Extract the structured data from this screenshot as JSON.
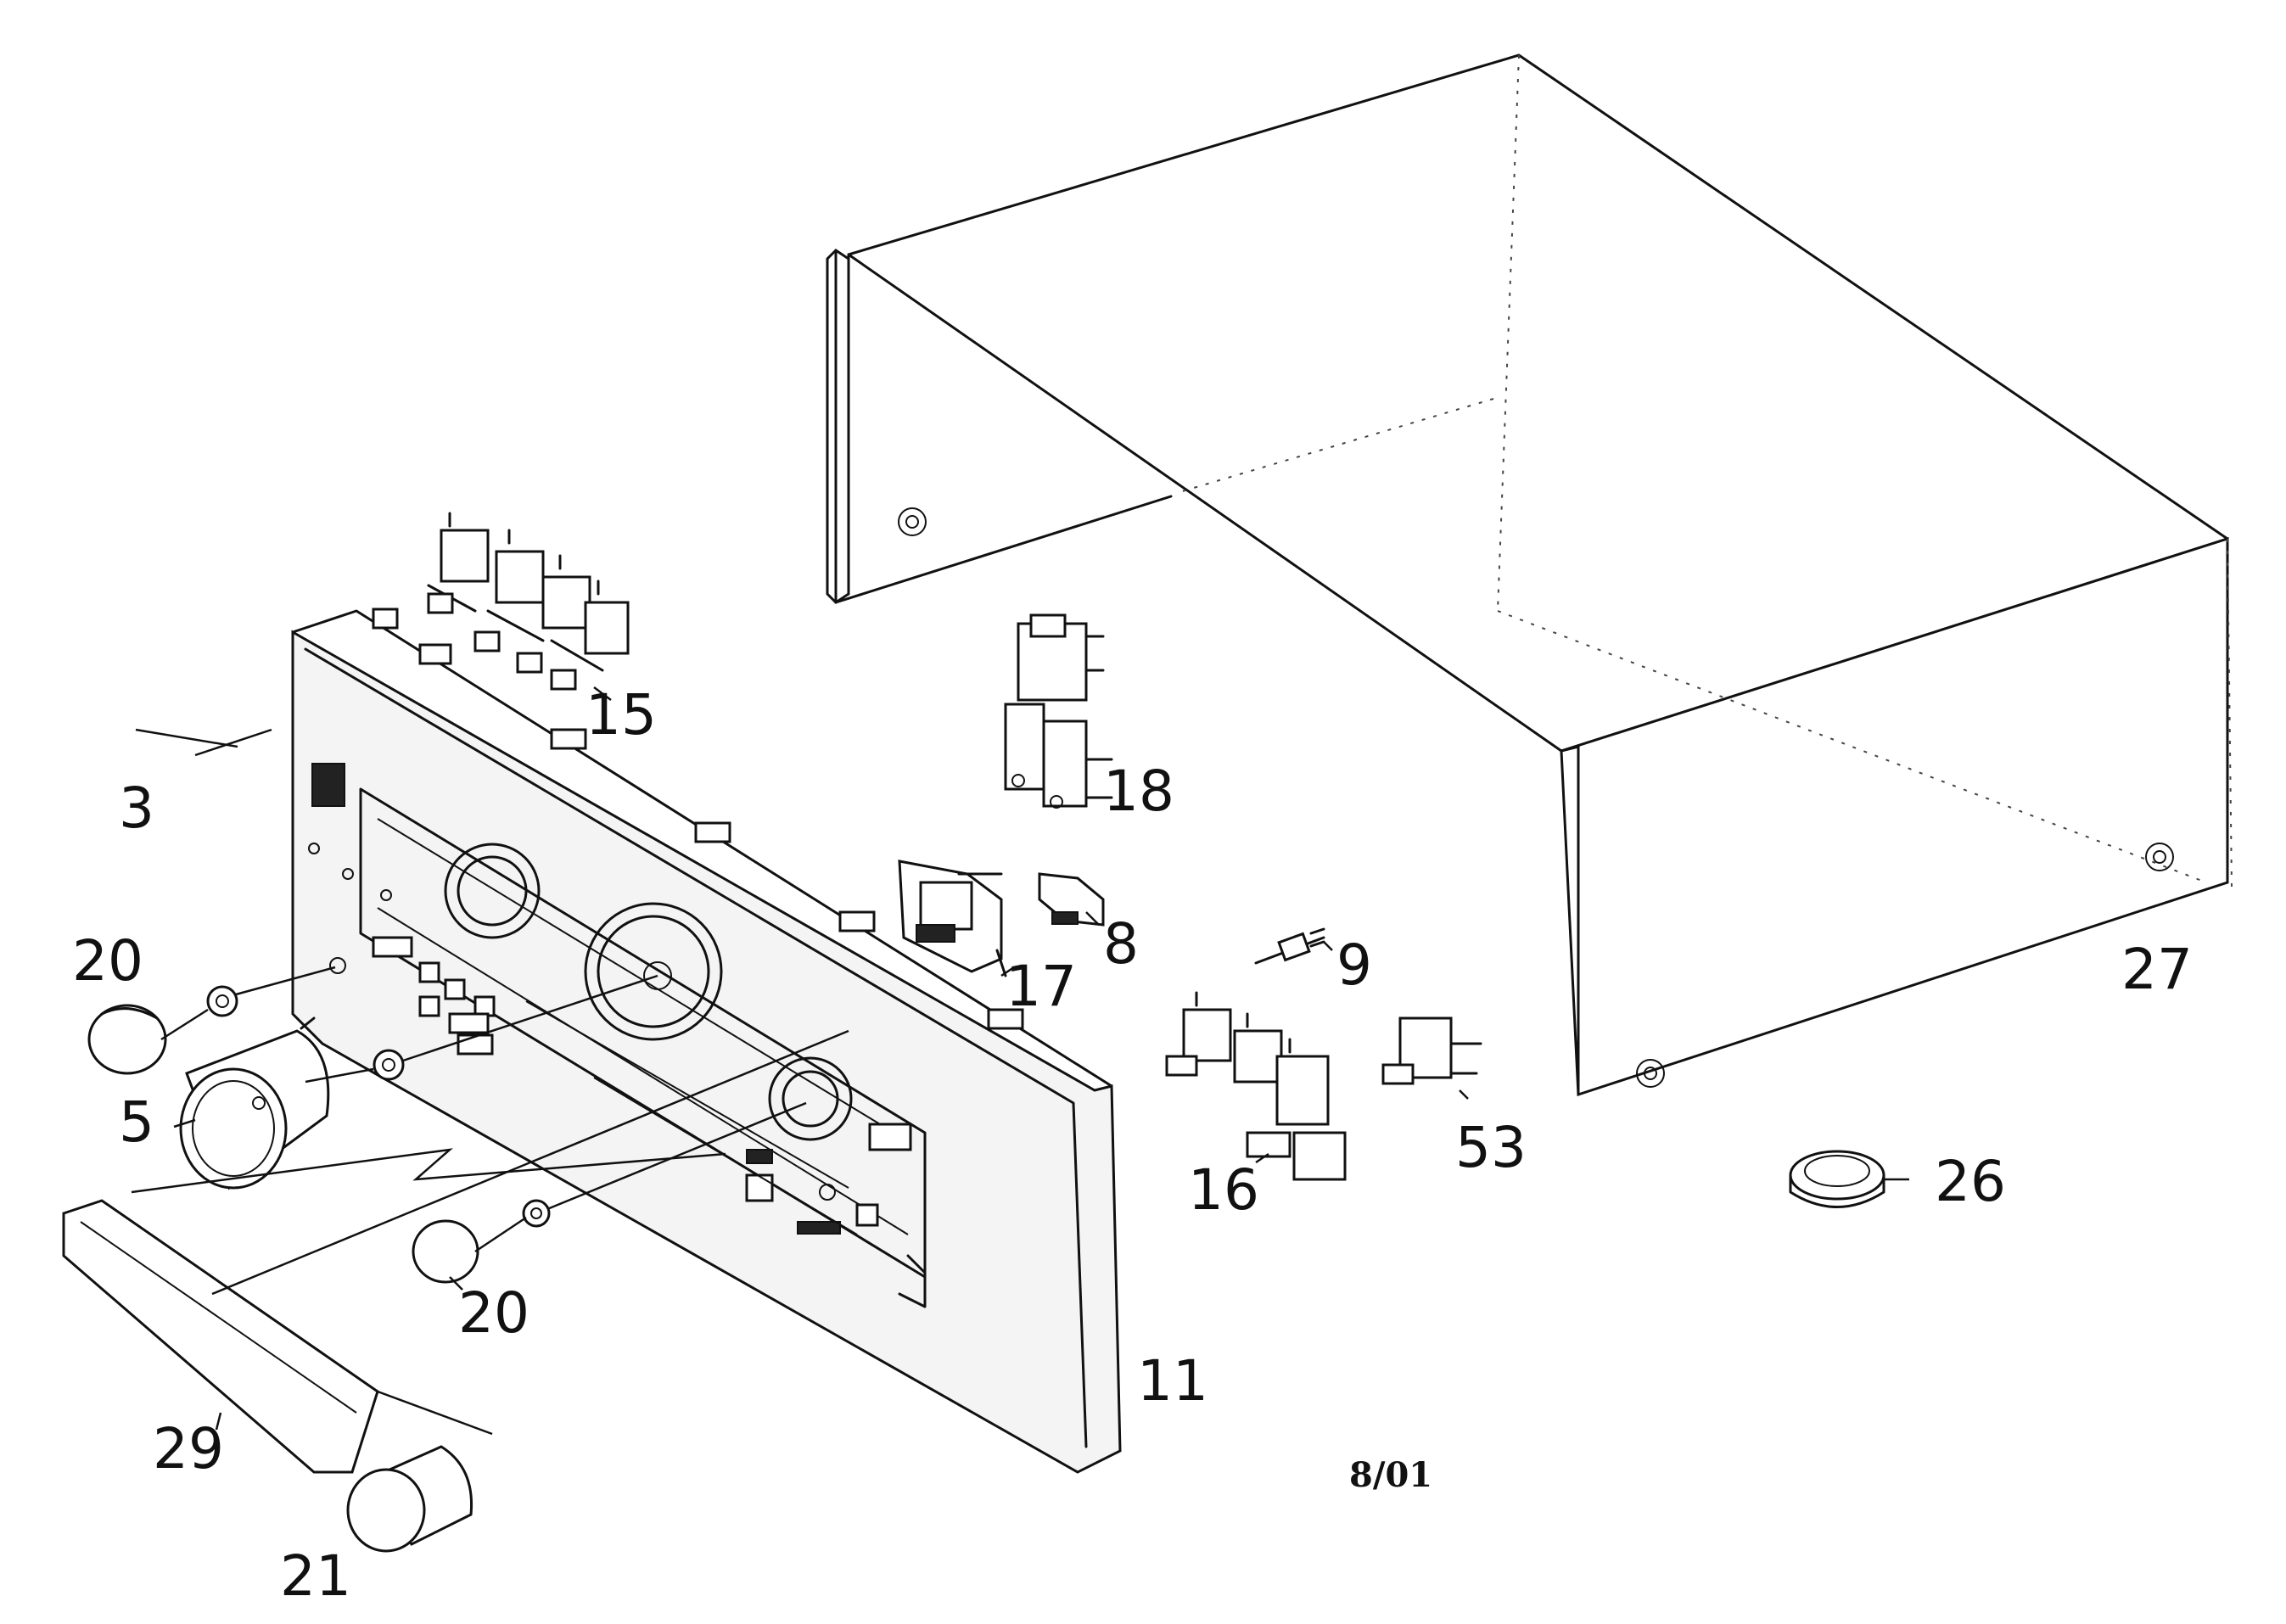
{
  "part_labels": {
    "p3": "3",
    "p5": "5",
    "p8": "8",
    "p9": "9",
    "p11": "11",
    "p15": "15",
    "p16": "16",
    "p17": "17",
    "p18": "18",
    "p20a": "20",
    "p20b": "20",
    "p21": "21",
    "p26": "26",
    "p27": "27",
    "p29": "29",
    "p53": "53"
  },
  "date_stamp": "8/01",
  "colors": {
    "ink": "#111111",
    "background": "#ffffff"
  }
}
